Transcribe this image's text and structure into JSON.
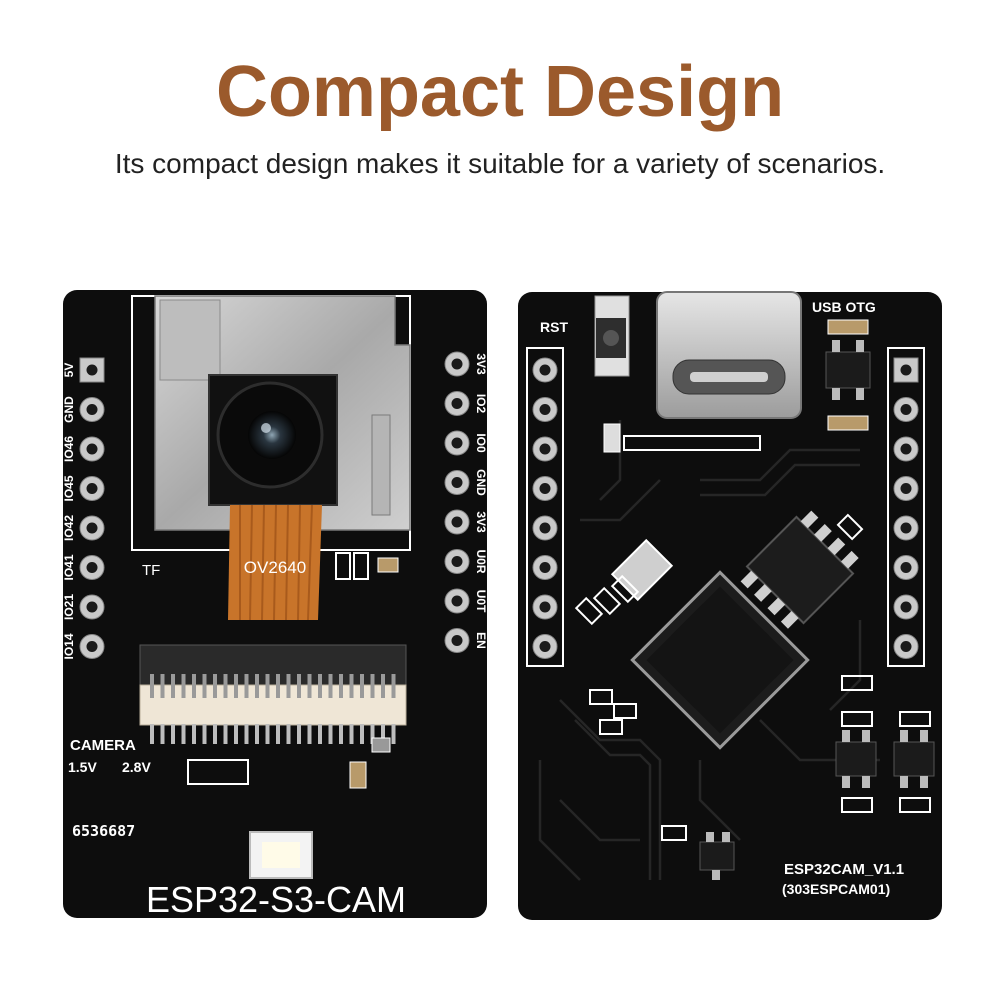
{
  "header": {
    "title": "Compact Design",
    "subtitle": "Its compact design makes it suitable for a variety of scenarios."
  },
  "colors": {
    "title": "#9b5a2c",
    "board": "#0d0d0d",
    "silkscreen": "#ffffff",
    "flex_cable": "#c8742a",
    "pad": "#c9c9c9"
  },
  "front_board": {
    "model": "ESP32-S3-CAM",
    "camera_module": "OV2640",
    "tf_label": "TF",
    "camera_label": "CAMERA",
    "voltage_1": "1.5V",
    "voltage_2": "2.8V",
    "serial": "6536687",
    "left_pins": [
      "5V",
      "GND",
      "IO46",
      "IO45",
      "IO42",
      "IO41",
      "IO21",
      "IO14"
    ],
    "right_pins": [
      "3V3",
      "IO2",
      "IO0",
      "GND",
      "3V3",
      "U0R",
      "U0T",
      "EN"
    ]
  },
  "back_board": {
    "rst_label": "RST",
    "usb_label": "USB OTG",
    "version": "ESP32CAM_V1.1",
    "part_code": "(303ESPCAM01)"
  }
}
